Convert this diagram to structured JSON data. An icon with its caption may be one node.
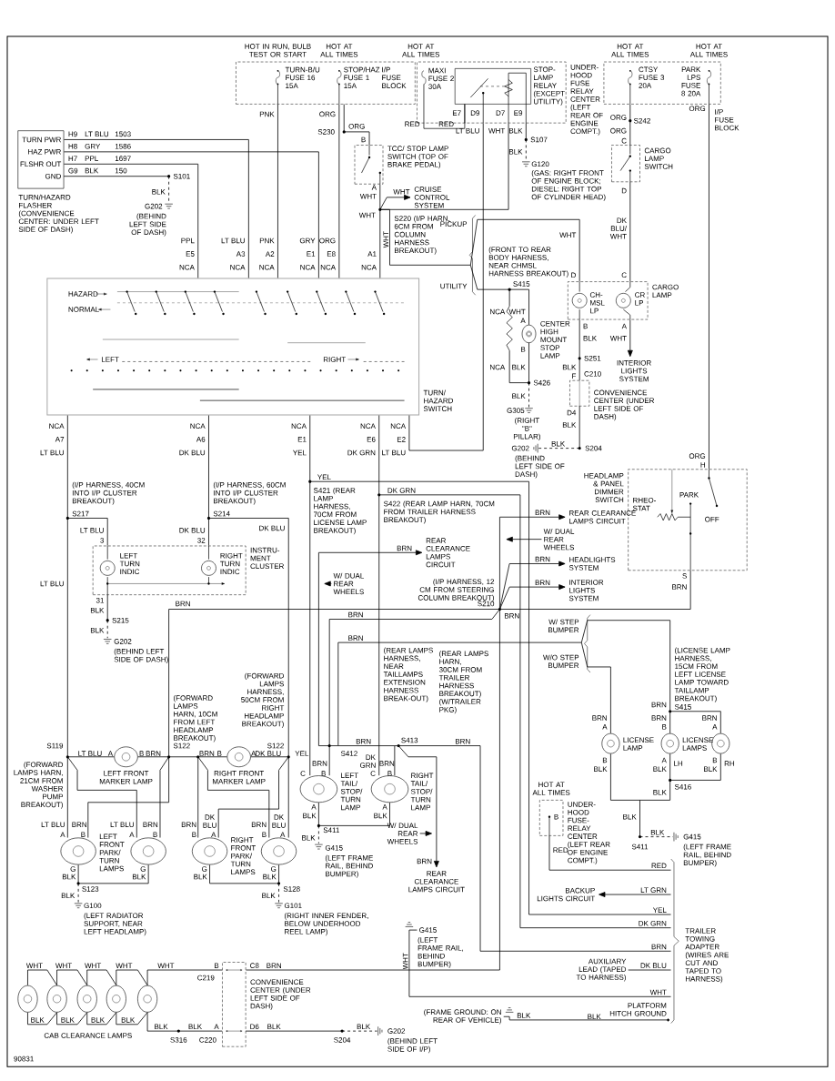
{
  "diagram": {
    "nodes": [
      {
        "text": [
          "TURN PWR",
          "HAZ PWR",
          "FLSHR OUT",
          "GND"
        ],
        "beside": [
          "TURN/HAZARD FLASHER (CONVENIENCE CENTER: UNDER LEFT SIDE OF DASH)"
        ]
      },
      {
        "text": [
          "TURN-B/U FUSE 16 15A",
          "STOP/HAZ FUSE 1 15A",
          "I/P FUSE BLOCK"
        ],
        "beside": [
          "HOT IN RUN, BULB TEST OR START",
          "HOT AT ALL TIMES"
        ]
      },
      {
        "text": [
          "MAXI FUSE 2 30A",
          "STOP-LAMP RELAY (EXCEPT UTILITY)"
        ],
        "beside": [
          "HOT AT ALL TIMES",
          "UNDER-HOOD FUSE RELAY CENTER (LEFT REAR OF ENGINE COMPT.)"
        ]
      },
      {
        "text": [],
        "shape": "box",
        "beside": [
          "TCC/ STOP LAMP SWITCH (TOP OF BRAKE PEDAL)"
        ]
      },
      {
        "text": [
          "CTSY FUSE 3 20A",
          "PARK LPS FUSE 8 20A"
        ],
        "beside": [
          "HOT AT ALL TIMES",
          "HOT AT ALL TIMES",
          "I/P FUSE BLOCK"
        ]
      },
      {
        "text": [],
        "shape": "box",
        "beside": [
          "CARGO LAMP SWITCH"
        ]
      },
      {
        "text": [
          "CH-MSL LP",
          "CR LP"
        ],
        "beside": [
          "CARGO LAMP"
        ]
      },
      {
        "text": [],
        "shape": "box",
        "beside": [
          "CONVENIENCE CENTER (UNDER LEFT SIDE OF DASH)",
          "C210"
        ]
      },
      {
        "text": [
          "HAZARD",
          "NORMAL",
          "LEFT",
          "RIGHT"
        ],
        "beside": [
          "TURN/ HAZARD SWITCH"
        ]
      },
      {
        "text": [],
        "shape": "circle",
        "beside": [
          "CENTER HIGH MOUNT STOP LAMP"
        ]
      },
      {
        "text": [
          "RHEO-STAT",
          "PARK",
          "OFF"
        ],
        "beside": [
          "HEADLAMP & PANEL DIMMER SWITCH"
        ]
      },
      {
        "text": [
          "LEFT TURN INDIC",
          "RIGHT TURN INDIC"
        ],
        "beside": [
          "INSTRU-MENT CLUSTER"
        ]
      },
      {
        "text": [],
        "shape": "circle",
        "beside": [
          "LEFT FRONT MARKER LAMP"
        ]
      },
      {
        "text": [],
        "shape": "circle",
        "beside": [
          "RIGHT FRONT MARKER LAMP"
        ]
      },
      {
        "text": [],
        "shape": "circle",
        "beside": [
          "LEFT FRONT PARK/ TURN LAMPS"
        ]
      },
      {
        "text": [],
        "shape": "circle"
      },
      {
        "text": [],
        "shape": "circle",
        "beside": [
          "RIGHT FRONT PARK/ TURN LAMPS"
        ]
      },
      {
        "text": [],
        "shape": "circle"
      },
      {
        "text": [],
        "shape": "circle",
        "beside": [
          "LEFT TAIL/ STOP/ TURN LAMP"
        ]
      },
      {
        "text": [],
        "shape": "circle",
        "beside": [
          "RIGHT TAIL/ STOP/ TURN LAMP"
        ]
      },
      {
        "text": [],
        "shape": "circle",
        "beside": [
          "LICENSE LAMP"
        ]
      },
      {
        "text": [],
        "shape": "circle",
        "beside": [
          "LICENSE LAMPS"
        ]
      },
      {
        "text": [],
        "shape": "circle"
      },
      {
        "text": [],
        "shape": "box",
        "beside": [
          "HOT AT ALL TIMES",
          "UNDER-HOOD FUSE-RELAY CENTER (LEFT REAR OF ENGINE COMPT.)"
        ]
      },
      {
        "text": [],
        "shape": "circle"
      },
      {
        "text": [],
        "shape": "circle"
      },
      {
        "text": [],
        "shape": "circle"
      },
      {
        "text": [],
        "shape": "circle"
      },
      {
        "text": [],
        "shape": "circle"
      },
      {
        "text": [],
        "shape": "box",
        "beside": [
          "CONVENIENCE CENTER (UNDER LEFT SIDE OF DASH)"
        ]
      },
      {
        "text": [
          "TRAILER TOWING ADAPTER (WIRES ARE CUT AND TAPED TO HARNESS)"
        ]
      },
      {
        "text": [
          "CRUISE CONTROL SYSTEM"
        ]
      },
      {
        "text": [
          "INTERIOR LIGHTS SYSTEM"
        ]
      },
      {
        "text": [
          "REAR CLEARANCE LAMPS CIRCUIT"
        ]
      },
      {
        "text": [
          "REAR CLEARANCE LAMPS CIRCUIT"
        ]
      },
      {
        "text": [
          "HEADLIGHTS SYSTEM"
        ]
      },
      {
        "text": [
          "INTERIOR LIGHTS SYSTEM"
        ]
      },
      {
        "text": [
          "REAR CLEARANCE LAMPS CIRCUIT"
        ]
      },
      {
        "text": [
          "BACKUP LIGHTS CIRCUIT"
        ]
      },
      {
        "text": [
          "AUXILIARY LEAD (TAPED TO HARNESS)"
        ]
      },
      {
        "text": [
          "W/ DUAL REAR WHEELS"
        ]
      },
      {
        "text": [
          "W/ DUAL REAR WHEELS"
        ]
      },
      {
        "text": [
          "W/ DUAL REAR WHEELS"
        ]
      },
      {
        "text": [
          "G415",
          "(LEFT FRAME RAIL, BEHIND BUMPER)"
        ]
      },
      {
        "text": [
          "(FRAME GROUND: ON REAR OF VEHICLE)"
        ]
      }
    ],
    "edges": [
      {
        "from": 1,
        "to": 8,
        "arrow": "none"
      },
      {
        "from": 1,
        "to": 8,
        "arrow": "none"
      },
      {
        "from": 0,
        "to": 8,
        "arrow": "none"
      },
      {
        "from": 0,
        "to": 8,
        "arrow": "none"
      },
      {
        "from": 0,
        "to": 8,
        "arrow": "none"
      },
      {
        "from": 1,
        "to": 3,
        "arrow": "none"
      },
      {
        "from": 3,
        "to": 8,
        "arrow": "none"
      },
      {
        "from": 3,
        "to": 31,
        "arrow": "to"
      },
      {
        "from": 2,
        "to": 8,
        "arrow": "none"
      },
      {
        "from": 2,
        "to": 8,
        "arrow": "none"
      },
      {
        "from": 3,
        "to": 6,
        "arrow": "none"
      },
      {
        "from": 3,
        "to": 9,
        "arrow": "none"
      },
      {
        "from": 4,
        "to": 5,
        "arrow": "none"
      },
      {
        "from": 5,
        "to": 6,
        "arrow": "none"
      },
      {
        "from": 6,
        "to": 7,
        "arrow": "none"
      },
      {
        "from": 6,
        "to": 32,
        "arrow": "to"
      },
      {
        "from": 4,
        "to": 10,
        "arrow": "none"
      },
      {
        "from": 8,
        "to": 11,
        "arrow": "none"
      },
      {
        "from": 8,
        "to": 12,
        "arrow": "none"
      },
      {
        "from": 8,
        "to": 14,
        "arrow": "none"
      },
      {
        "from": 8,
        "to": 15,
        "arrow": "none"
      },
      {
        "from": 8,
        "to": 11,
        "arrow": "none"
      },
      {
        "from": 8,
        "to": 13,
        "arrow": "none"
      },
      {
        "from": 8,
        "to": 16,
        "arrow": "none"
      },
      {
        "from": 8,
        "to": 17,
        "arrow": "none"
      },
      {
        "from": 10,
        "to": 12,
        "arrow": "none"
      },
      {
        "from": 10,
        "to": 14,
        "arrow": "none"
      },
      {
        "from": 10,
        "to": 15,
        "arrow": "none"
      },
      {
        "from": 10,
        "to": 13,
        "arrow": "none"
      },
      {
        "from": 10,
        "to": 16,
        "arrow": "none"
      },
      {
        "from": 10,
        "to": 17,
        "arrow": "none"
      },
      {
        "from": 8,
        "to": 18,
        "arrow": "none"
      },
      {
        "from": 8,
        "to": 19,
        "arrow": "none"
      },
      {
        "from": 8,
        "to": 30,
        "arrow": "none"
      },
      {
        "from": 8,
        "to": 30,
        "arrow": "none"
      },
      {
        "from": 10,
        "to": 33,
        "arrow": "to"
      },
      {
        "from": 10,
        "to": 35,
        "arrow": "to"
      },
      {
        "from": 10,
        "to": 36,
        "arrow": "to"
      },
      {
        "from": 10,
        "to": 34,
        "arrow": "to"
      },
      {
        "from": 10,
        "to": 18,
        "arrow": "none"
      },
      {
        "from": 10,
        "to": 19,
        "arrow": "none"
      },
      {
        "from": 10,
        "to": 37,
        "arrow": "to"
      },
      {
        "from": 10,
        "to": 30,
        "arrow": "none"
      },
      {
        "from": 10,
        "to": 20,
        "arrow": "none"
      },
      {
        "from": 10,
        "to": 21,
        "arrow": "none"
      },
      {
        "from": 10,
        "to": 22,
        "arrow": "none"
      },
      {
        "from": 10,
        "to": 29,
        "arrow": "none"
      },
      {
        "from": 29,
        "to": 28,
        "arrow": "none"
      },
      {
        "from": 28,
        "to": 27,
        "arrow": "none"
      },
      {
        "from": 27,
        "to": 26,
        "arrow": "none"
      },
      {
        "from": 26,
        "to": 25,
        "arrow": "none"
      },
      {
        "from": 25,
        "to": 24,
        "arrow": "none"
      },
      {
        "from": 24,
        "to": 25,
        "arrow": "none"
      },
      {
        "from": 25,
        "to": 26,
        "arrow": "none"
      },
      {
        "from": 26,
        "to": 27,
        "arrow": "none"
      },
      {
        "from": 27,
        "to": 28,
        "arrow": "none"
      },
      {
        "from": 28,
        "to": 29,
        "arrow": "none"
      },
      {
        "from": 23,
        "to": 30,
        "arrow": "none"
      },
      {
        "from": 30,
        "to": 38,
        "arrow": "to"
      },
      {
        "from": 39,
        "to": 30,
        "arrow": "none"
      },
      {
        "from": 43,
        "to": 30,
        "arrow": "none"
      },
      {
        "from": 44,
        "to": 30,
        "arrow": "other"
      },
      {
        "from": 40,
        "to": null,
        "arrow": "to"
      },
      {
        "from": 41,
        "to": null,
        "arrow": "to"
      },
      {
        "from": 42,
        "to": null,
        "arrow": "to"
      },
      {
        "from": 14,
        "to": 15,
        "arrow": "none"
      },
      {
        "from": 16,
        "to": 17,
        "arrow": "none"
      },
      {
        "from": 18,
        "to": 19,
        "arrow": "none"
      },
      {
        "from": 21,
        "to": 22,
        "arrow": "none"
      },
      {
        "from": 20,
        "to": 21,
        "arrow": "none"
      }
    ],
    "labels": [
      "H9",
      "LT BLU",
      "1503",
      "H8",
      "GRY",
      "1586",
      "H7",
      "PPL",
      "1697",
      "G9",
      "BLK",
      "150",
      "S101",
      "BLK",
      "G202",
      "(BEHIND LEFT SIDE OF DASH)",
      "PPL",
      "E5",
      "NCA",
      "LT BLU",
      "A3",
      "NCA",
      "PNK",
      "A2",
      "NCA",
      "PNK",
      "ORG",
      "S230",
      "ORG",
      "B",
      "A",
      "WHT",
      "WHT",
      "WHT",
      "S220 (I/P HARN, 6CM FROM COLUMN HARNESS BREAKOUT)",
      "WHT",
      "GRY",
      "E1",
      "NCA",
      "ORG",
      "E8",
      "NCA",
      "A1",
      "NCA",
      "E7",
      "D9",
      "D7",
      "E9",
      "RED",
      "RED",
      "LT BLU",
      "WHT",
      "BLK",
      "S107",
      "BLK",
      "G120",
      "(GAS: RIGHT FRONT OF ENGINE BLOCK; DIESEL: RIGHT TOP OF CYLINDER HEAD)",
      "PICKUP",
      "(FRONT TO REAR BODY HARNESS, NEAR CHMSL HARNESS BREAKOUT)",
      "UTILITY",
      "S415",
      "NCA",
      "WHT",
      "A",
      "B",
      "NCA",
      "BLK",
      "S426",
      "BLK",
      "G305",
      "(RIGHT \"B\" PILLAR)",
      "ORG",
      "S242",
      "ORG",
      "C",
      "D",
      "DK BLU/ WHT",
      "WHT",
      "D",
      "C",
      "B",
      "BLK",
      "A",
      "WHT",
      "S251",
      "BLK",
      "F",
      "D4",
      "BLK",
      "G202",
      "BLK",
      "S204",
      "(BEHIND LEFT SIDE OF DASH)",
      "ORG",
      "ORG",
      "H",
      "S",
      "BRN",
      "NCA",
      "A7",
      "LT BLU",
      "NCA",
      "A6",
      "DK BLU",
      "NCA",
      "E1",
      "YEL",
      "NCA",
      "E6",
      "DK GRN",
      "NCA",
      "E2",
      "LT BLU",
      "YEL",
      "S421 (REAR LAMP HARNESS, 70CM FROM LICENSE LAMP BREAKOUT)",
      "DK GRN",
      "S422 (REAR LAMP HARN, 70CM FROM TRAILER HARNESS BREAKOUT)",
      "(I/P HARNESS, 40CM INTO I/P CLUSTER BREAKOUT)",
      "S217",
      "(I/P HARNESS, 60CM INTO I/P CLUSTER BREAKOUT)",
      "S214",
      "LT BLU",
      "3",
      "DK BLU",
      "32",
      "DK BLU",
      "LT BLU",
      "31",
      "BLK",
      "S215",
      "BLK",
      "G202",
      "(BEHIND LEFT SIDE OF DASH)",
      "BRN",
      "(FORWARD LAMPS HARN, 10CM FROM LEFT HEADLAMP BREAKOUT)",
      "(FORWARD LAMPS HARNESS, 50CM FROM RIGHT HEADLAMP BREAKOUT)",
      "S119",
      "S122",
      "S122",
      "LT BLU",
      "A",
      "B",
      "BRN",
      "BRN",
      "B",
      "A",
      "DK BLU",
      "YEL",
      "(FORWARD LAMPS HARN, 21CM FROM WASHER PUMP BREAKOUT)",
      "LT BLU",
      "A",
      "BRN",
      "B",
      "LT BLU",
      "A",
      "BRN",
      "B",
      "BRN",
      "B",
      "DK BLU",
      "A",
      "BRN",
      "B",
      "DK BLU",
      "A",
      "G",
      "BLK",
      "G",
      "BLK",
      "G",
      "BLK",
      "G",
      "BLK",
      "S123",
      "BLK",
      "G100",
      "(LEFT RADIATOR SUPPORT, NEAR LEFT HEADLAMP)",
      "S128",
      "BLK",
      "G101",
      "(RIGHT INNER FENDER, BELOW UNDERHOOD REEL LAMP)",
      "(REAR LAMPS HARNESS, NEAR TAILLAMPS EXTENSION HARNESS BREAK-OUT)",
      "S412",
      "BRN",
      "S413",
      "(REAR LAMPS HARN, 30CM FROM TRAILER HARNESS BREAKOUT) (W/TRAILER PKG)",
      "BRN",
      "BRN",
      "C",
      "B",
      "DK GRN",
      "BRN",
      "C",
      "B",
      "A",
      "BLK",
      "A",
      "BLK",
      "S411",
      "BLK",
      "G415",
      "(LEFT FRAME RAIL, BEHIND BUMPER)",
      "BRN",
      "BRN",
      "BRN",
      "BRN",
      "BRN",
      "(I/P HARNESS, 12 CM FROM STEERING COLUMN BREAKOUT)",
      "S210",
      "BRN",
      "BRN",
      "BRN",
      "W/ STEP BUMPER",
      "W/O STEP BUMPER",
      "(LICENSE LAMP HARNESS, 15CM FROM LEFT LICENSE LAMP TOWARD TAILLAMP BREAKOUT)",
      "BRN",
      "S415",
      "BRN",
      "B",
      "BRN",
      "A",
      "BRN",
      "A",
      "B",
      "BLK",
      "A",
      "BLK",
      "LH",
      "B",
      "BLK",
      "RH",
      "S416",
      "BLK",
      "BLK",
      "S411",
      "BLK",
      "G415",
      "(LEFT FRAME RAIL, BEHIND BUMPER)",
      "B",
      "RED",
      "RED",
      "LT GRN",
      "YEL",
      "DK GRN",
      "BRN",
      "DK BLU",
      "WHT",
      "PLATFORM HITCH GROUND",
      "BLK",
      "WHT",
      "BLK",
      "WHT",
      "WHT",
      "WHT",
      "WHT",
      "WHT",
      "BLK",
      "BLK",
      "BLK",
      "BLK",
      "CAB CLEARANCE LAMPS",
      "BLK",
      "S316",
      "BLK",
      "A",
      "C220",
      "B",
      "C219",
      "C8",
      "BRN",
      "D6",
      "BLK",
      "S204",
      "BLK",
      "G202",
      "(BEHIND LEFT SIDE OF I/P)",
      "90831"
    ]
  }
}
